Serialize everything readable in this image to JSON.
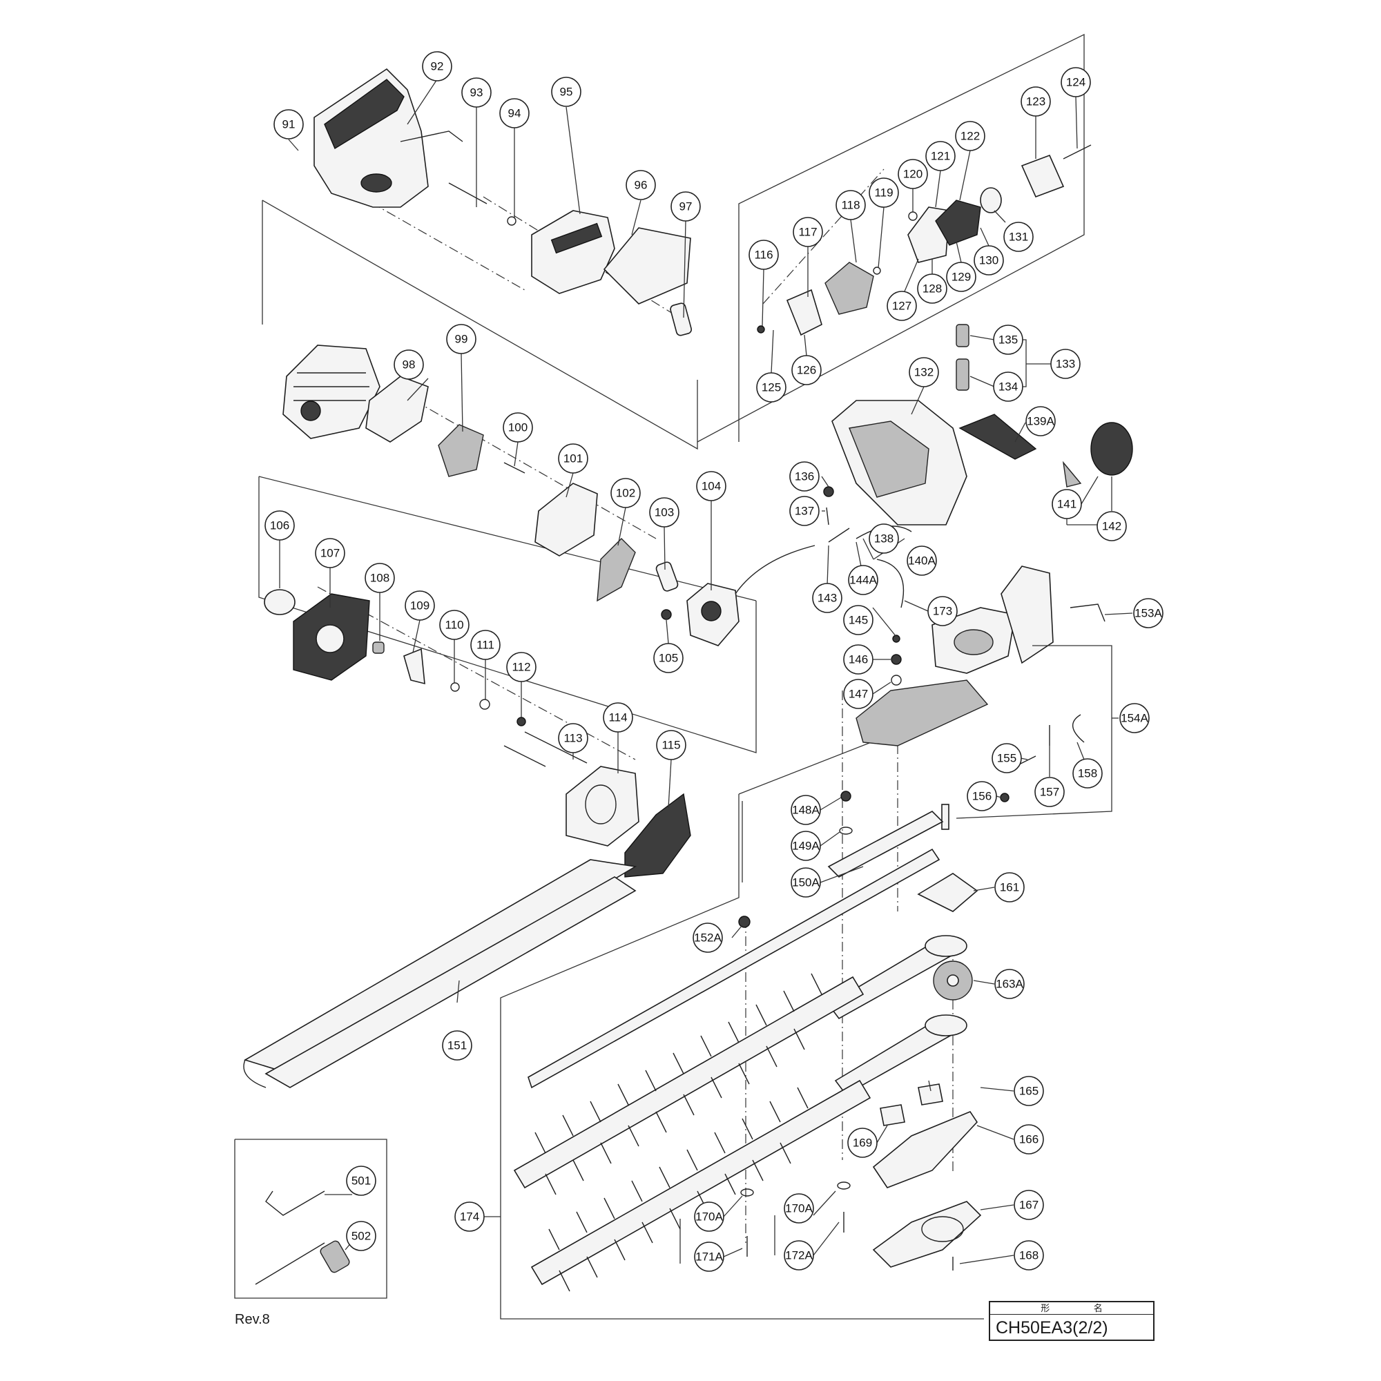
{
  "diagram": {
    "revision": "Rev.8",
    "model_box": {
      "header": "形 名",
      "model": "CH50EA3(2/2)"
    },
    "callouts": [
      "91",
      "92",
      "93",
      "94",
      "95",
      "96",
      "97",
      "98",
      "99",
      "100",
      "101",
      "102",
      "103",
      "104",
      "105",
      "106",
      "107",
      "108",
      "109",
      "110",
      "111",
      "112",
      "113",
      "114",
      "115",
      "116",
      "117",
      "118",
      "119",
      "120",
      "121",
      "122",
      "123",
      "124",
      "125",
      "126",
      "127",
      "128",
      "129",
      "130",
      "131",
      "132",
      "133",
      "134",
      "135",
      "136",
      "137",
      "138",
      "139A",
      "140A",
      "141",
      "142",
      "143",
      "144A",
      "145",
      "146",
      "147",
      "148A",
      "149A",
      "150A",
      "151",
      "152A",
      "153A",
      "154A",
      "155",
      "156",
      "157",
      "158",
      "161",
      "163A",
      "165",
      "166",
      "167",
      "168",
      "169",
      "170A",
      "170A",
      "171A",
      "172A",
      "173",
      "174",
      "501",
      "502"
    ]
  }
}
